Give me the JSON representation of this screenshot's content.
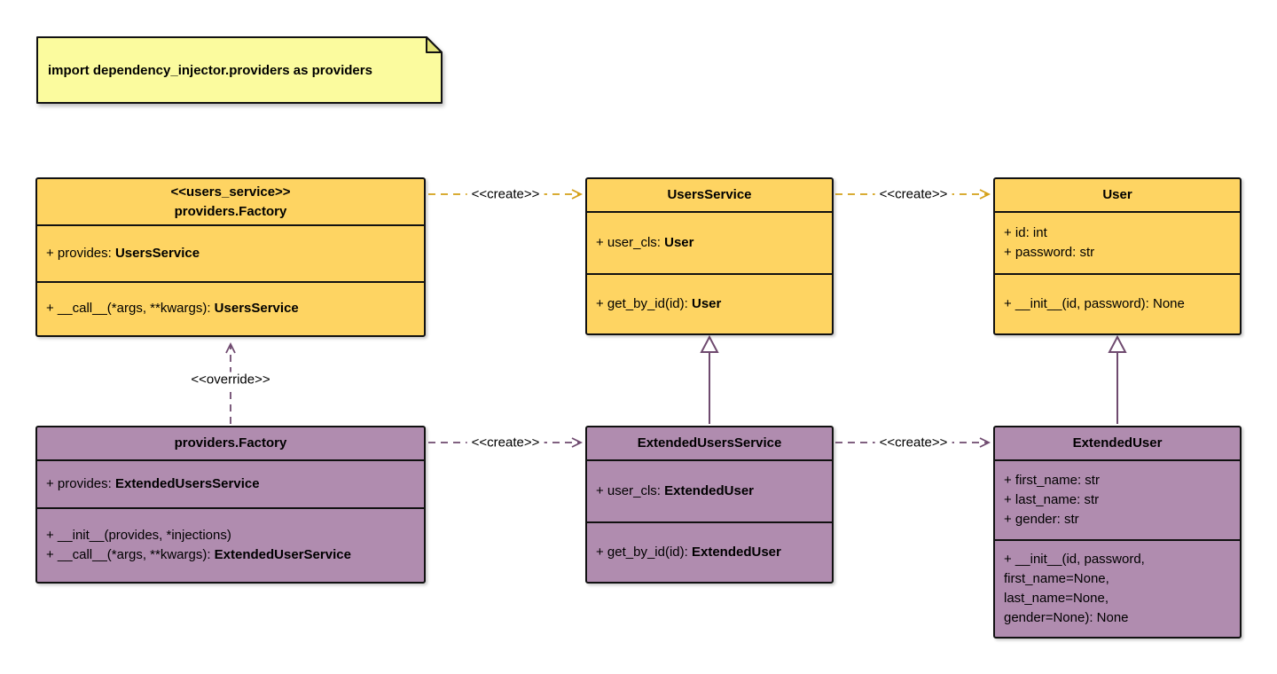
{
  "note": {
    "text": "import dependency_injector.providers as providers"
  },
  "labels": {
    "create": "<<create>>",
    "override": "<<override>>"
  },
  "colors": {
    "class_yellow": "#FED462",
    "class_purple": "#B08CAF",
    "note_fill": "#FBFB9E",
    "note_fold": "#E3E377",
    "arrow_yellow": "#D4A017",
    "arrow_purple": "#6F4A6F"
  },
  "classes": [
    {
      "stereotype": "<<users_service>>",
      "name": "providers.Factory",
      "attributes": [
        {
          "pre": "+ provides: ",
          "bold": "UsersService"
        }
      ],
      "methods": [
        {
          "pre": "+ __call__(*args, **kwargs): ",
          "bold": "UsersService"
        }
      ]
    },
    {
      "name": "UsersService",
      "attributes": [
        {
          "pre": "+ user_cls: ",
          "bold": "User"
        }
      ],
      "methods": [
        {
          "pre": "+ get_by_id(id): ",
          "bold": "User"
        }
      ]
    },
    {
      "name": "User",
      "attributes": [
        {
          "pre": "+ id: int",
          "bold": ""
        },
        {
          "pre": "+ password: str",
          "bold": ""
        }
      ],
      "methods": [
        {
          "pre": "+ __init__(id, password): None",
          "bold": ""
        }
      ]
    },
    {
      "name": "providers.Factory",
      "attributes": [
        {
          "pre": "+ provides: ",
          "bold": "ExtendedUsersService"
        }
      ],
      "methods": [
        {
          "pre": "+ __init__(provides, *injections)",
          "bold": ""
        },
        {
          "pre": "+ __call__(*args, **kwargs): ",
          "bold": "ExtendedUserService"
        }
      ]
    },
    {
      "name": "ExtendedUsersService",
      "attributes": [
        {
          "pre": "+ user_cls: ",
          "bold": "ExtendedUser"
        }
      ],
      "methods": [
        {
          "pre": "+ get_by_id(id): ",
          "bold": "ExtendedUser"
        }
      ]
    },
    {
      "name": "ExtendedUser",
      "attributes": [
        {
          "pre": "+ first_name: str",
          "bold": ""
        },
        {
          "pre": "+ last_name: str",
          "bold": ""
        },
        {
          "pre": "+ gender: str",
          "bold": ""
        }
      ],
      "methods": [
        {
          "pre": "+ __init__(id, password,",
          "bold": ""
        },
        {
          "pre": "first_name=None,",
          "bold": ""
        },
        {
          "pre": "last_name=None,",
          "bold": ""
        },
        {
          "pre": "gender=None): None",
          "bold": ""
        }
      ]
    }
  ]
}
